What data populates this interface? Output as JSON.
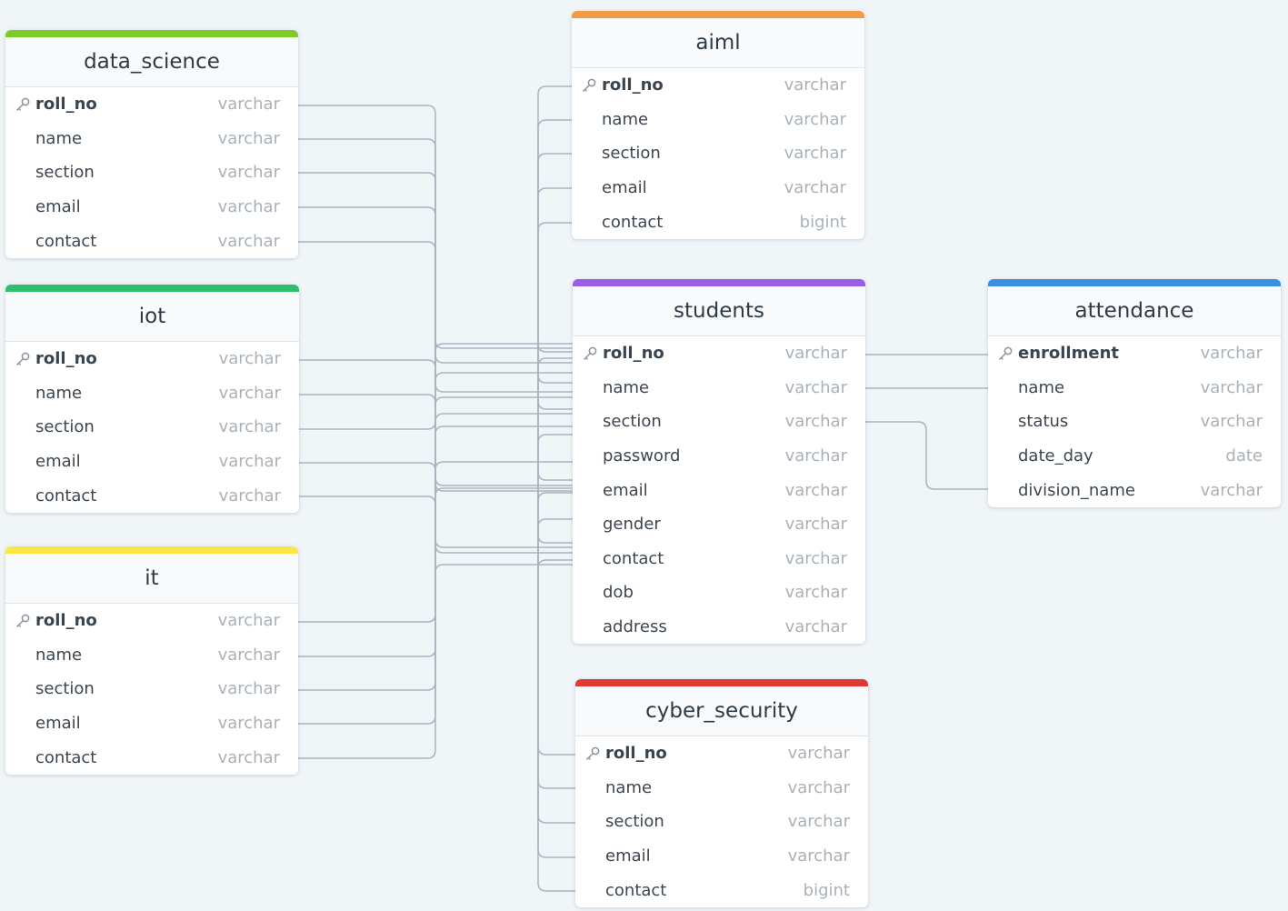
{
  "tables": {
    "data_science": {
      "name": "data_science",
      "color": "#7ccb27",
      "fields": [
        {
          "name": "roll_no",
          "type": "varchar",
          "pk": true
        },
        {
          "name": "name",
          "type": "varchar"
        },
        {
          "name": "section",
          "type": "varchar"
        },
        {
          "name": "email",
          "type": "varchar"
        },
        {
          "name": "contact",
          "type": "varchar"
        }
      ]
    },
    "iot": {
      "name": "iot",
      "color": "#2fbf6c",
      "fields": [
        {
          "name": "roll_no",
          "type": "varchar",
          "pk": true
        },
        {
          "name": "name",
          "type": "varchar"
        },
        {
          "name": "section",
          "type": "varchar"
        },
        {
          "name": "email",
          "type": "varchar"
        },
        {
          "name": "contact",
          "type": "varchar"
        }
      ]
    },
    "it": {
      "name": "it",
      "color": "#fbe646",
      "fields": [
        {
          "name": "roll_no",
          "type": "varchar",
          "pk": true
        },
        {
          "name": "name",
          "type": "varchar"
        },
        {
          "name": "section",
          "type": "varchar"
        },
        {
          "name": "email",
          "type": "varchar"
        },
        {
          "name": "contact",
          "type": "varchar"
        }
      ]
    },
    "aiml": {
      "name": "aiml",
      "color": "#f39a45",
      "fields": [
        {
          "name": "roll_no",
          "type": "varchar",
          "pk": true
        },
        {
          "name": "name",
          "type": "varchar"
        },
        {
          "name": "section",
          "type": "varchar"
        },
        {
          "name": "email",
          "type": "varchar"
        },
        {
          "name": "contact",
          "type": "bigint"
        }
      ]
    },
    "students": {
      "name": "students",
      "color": "#9a5ee6",
      "fields": [
        {
          "name": "roll_no",
          "type": "varchar",
          "pk": true
        },
        {
          "name": "name",
          "type": "varchar"
        },
        {
          "name": "section",
          "type": "varchar"
        },
        {
          "name": "password",
          "type": "varchar"
        },
        {
          "name": "email",
          "type": "varchar"
        },
        {
          "name": "gender",
          "type": "varchar"
        },
        {
          "name": "contact",
          "type": "varchar"
        },
        {
          "name": "dob",
          "type": "varchar"
        },
        {
          "name": "address",
          "type": "varchar"
        }
      ]
    },
    "cyber_security": {
      "name": "cyber_security",
      "color": "#e03a36",
      "fields": [
        {
          "name": "roll_no",
          "type": "varchar",
          "pk": true
        },
        {
          "name": "name",
          "type": "varchar"
        },
        {
          "name": "section",
          "type": "varchar"
        },
        {
          "name": "email",
          "type": "varchar"
        },
        {
          "name": "contact",
          "type": "bigint"
        }
      ]
    },
    "attendance": {
      "name": "attendance",
      "color": "#3a8fe0",
      "fields": [
        {
          "name": "enrollment",
          "type": "varchar",
          "pk": true
        },
        {
          "name": "name",
          "type": "varchar"
        },
        {
          "name": "status",
          "type": "varchar"
        },
        {
          "name": "date_day",
          "type": "date"
        },
        {
          "name": "division_name",
          "type": "varchar"
        }
      ]
    }
  },
  "line_color": "#aab4c0"
}
